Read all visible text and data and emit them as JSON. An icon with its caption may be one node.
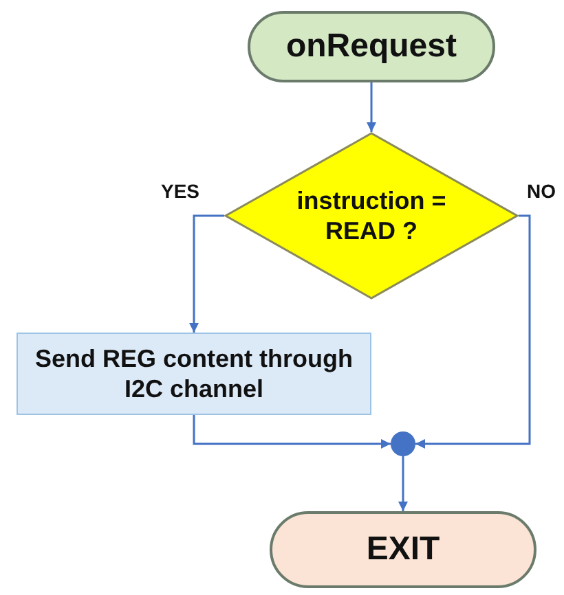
{
  "diagram": {
    "nodes": [
      {
        "text": [
          "onRequest"
        ]
      },
      {
        "text": [
          "instruction = READ ?"
        ]
      },
      {
        "text": [
          "Send REG content through I2C channel"
        ]
      },
      {
        "text": [],
        "shape": "circle"
      },
      {
        "text": [
          "EXIT"
        ]
      }
    ],
    "edges": [
      {
        "from": 0,
        "to": 1,
        "arrow": "to"
      },
      {
        "from": 1,
        "to": 2,
        "arrow": "to",
        "label": "YES"
      },
      {
        "from": 1,
        "to": 3,
        "arrow": "to",
        "label": "NO"
      },
      {
        "from": 2,
        "to": 3,
        "arrow": "to"
      },
      {
        "from": 3,
        "to": 4,
        "arrow": "to"
      }
    ]
  }
}
